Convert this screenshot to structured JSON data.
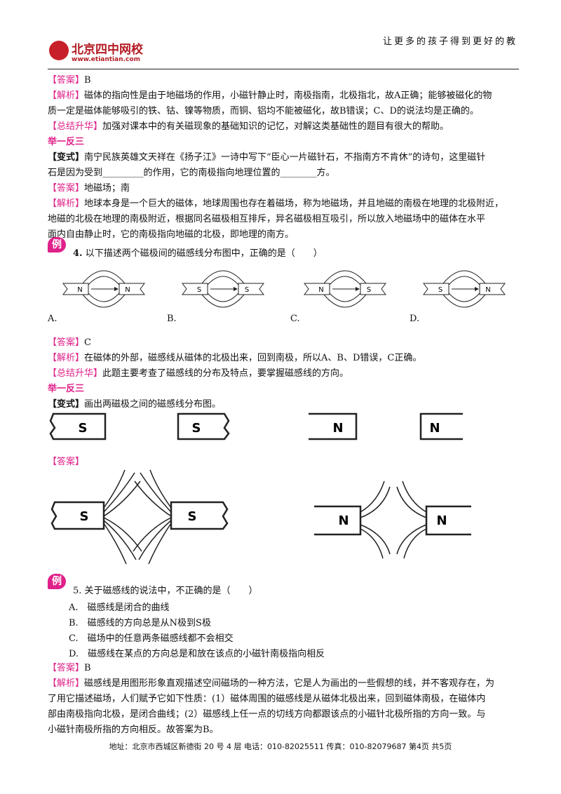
{
  "header": {
    "logo_text": "北京四中网校",
    "logo_url": "www.etiantian.com",
    "slogan": "让更多的孩子得到更好的教"
  },
  "sec1": {
    "answer_tag": "【答案】",
    "answer": "B",
    "analysis_tag": "【解析】",
    "analysis_line1": "磁体的指向性是由于地磁场的作用，小磁针静止时，南极指南，北极指北，故A正确；能够被磁化的物",
    "analysis_line2": "质一定是磁体能够吸引的铁、钴、镍等物质，而铜、铝均不能被磁化，故B错误；C、D的说法均是正确的。",
    "summary_tag": "【总结升华】",
    "summary": "加强对课本中的有关磁现象的基础知识的记忆，对解这类基础性的题目有很大的帮助。",
    "yfs": "举一反三",
    "variant_tag": "【变式】",
    "variant_line1": "南宁民族英雄文天祥在《扬子江》一诗中写下“臣心一片磁针石，不指南方不肯休”的诗句，这里磁针",
    "variant_line2": "石是因为受到_________的作用，它的南极指向地理位置的________方。",
    "v_answer_tag": "【答案】",
    "v_answer": "地磁场；南",
    "v_analysis_tag": "【解析】",
    "v_analysis_line1": "地球本身是一个巨大的磁体，地球周围也存在着磁场，称为地磁场，并且地磁的南极在地理的北极附近，",
    "v_analysis_line2": "地磁的北极在地理的南极附近，根据同名磁极相互排斥，异名磁极相互吸引，所以放入地磁场中的磁体在水平",
    "v_analysis_line3": "面内自由静止时，它的南极指向地磁的北极，即地理的南方。"
  },
  "q4": {
    "badge": "例",
    "number": "4.",
    "stem": "以下描述两个磁极间的磁感线分布图中，正确的是（　　）",
    "options": [
      "A.",
      "B.",
      "C.",
      "D."
    ],
    "magnets": {
      "a": [
        "N",
        "N"
      ],
      "b": [
        "S",
        "S"
      ],
      "c": [
        "N",
        "S"
      ],
      "d": [
        "S",
        "N"
      ]
    },
    "answer_tag": "【答案】",
    "answer": "C",
    "analysis_tag": "【解析】",
    "analysis": "在磁体的外部，磁感线从磁体的北极出来，回到南极，所以A、B、D错误，C正确。",
    "summary_tag": "【总结升华】",
    "summary": "此题主要考查了磁感线的分布及特点，要掌握磁感线的方向。",
    "yfs": "举一反三",
    "variant_tag": "【变式】",
    "variant": "画出两磁极之间的磁感线分布图。",
    "draw_poles": [
      "S",
      "S",
      "N",
      "N"
    ],
    "v_answer_tag": "【答案】",
    "ans_poles": [
      "S",
      "S",
      "N",
      "N"
    ]
  },
  "q5": {
    "badge": "例",
    "number": "5.",
    "stem": "关于磁感线的说法中，不正确的是（　　）",
    "options": [
      "A.　磁感线是闭合的曲线",
      "B.　磁感线的方向总是从N极到S极",
      "C.　磁场中的任意两条磁感线都不会相交",
      "D.　磁感线在某点的方向总是和放在该点的小磁针南极指向相反"
    ],
    "answer_tag": "【答案】",
    "answer": "B",
    "analysis_tag": "【解析】",
    "analysis_line1": "磁感线是用图形形象直观描述空间磁场的一种方法，它是人为画出的一些假想的线，并不客观存在，为",
    "analysis_line2": "了用它描述磁场，人们赋予它如下性质：(1）磁体周围的磁感线是从磁体北极出来，回到磁体南极，在磁体内",
    "analysis_line3": "部由南极指向北极，是闭合曲线；(2）磁感线上任一点的切线方向都跟该点的小磁针北极所指的方向一致。与",
    "analysis_line4": "小磁针南极所指的方向相反。故答案为B。"
  },
  "footer": {
    "text": "地址：北京市西城区新德街 20 号 4 层  电话：010-82025511  传真：010-82079687   第4页  共5页"
  }
}
